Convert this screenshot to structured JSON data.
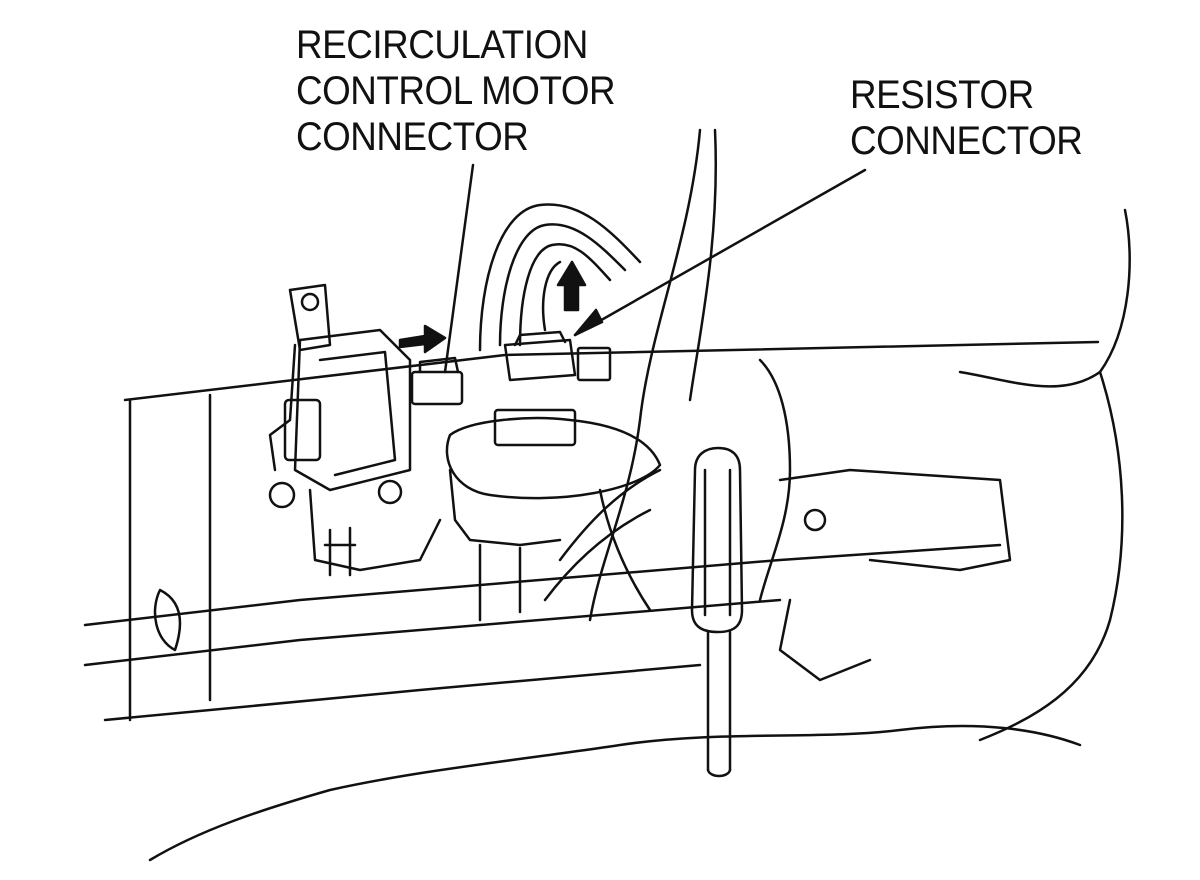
{
  "labels": {
    "recirculation": [
      "RECIRCULATION",
      "CONTROL MOTOR",
      "CONNECTOR"
    ],
    "resistor": [
      "RESISTOR",
      "CONNECTOR"
    ]
  },
  "colors": {
    "ink": "#111111",
    "background": "#ffffff"
  }
}
